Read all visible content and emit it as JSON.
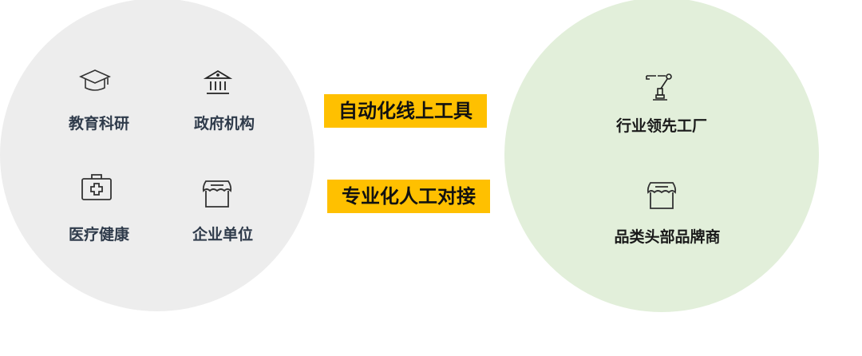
{
  "left_group": {
    "items": [
      {
        "label": "教育科研",
        "icon": "graduation-cap-icon"
      },
      {
        "label": "政府机构",
        "icon": "government-building-icon"
      },
      {
        "label": "医疗健康",
        "icon": "medical-kit-icon"
      },
      {
        "label": "企业单位",
        "icon": "storefront-icon"
      }
    ]
  },
  "middle": {
    "tags": [
      "自动化线上工具",
      "专业化人工对接"
    ]
  },
  "right_group": {
    "items": [
      {
        "label": "行业领先工厂",
        "icon": "robot-arm-icon"
      },
      {
        "label": "品类头部品牌商",
        "icon": "storefront-icon"
      }
    ]
  },
  "colors": {
    "left_circle": "#ededed",
    "right_circle": "#e2efda",
    "tag": "#ffc000"
  }
}
